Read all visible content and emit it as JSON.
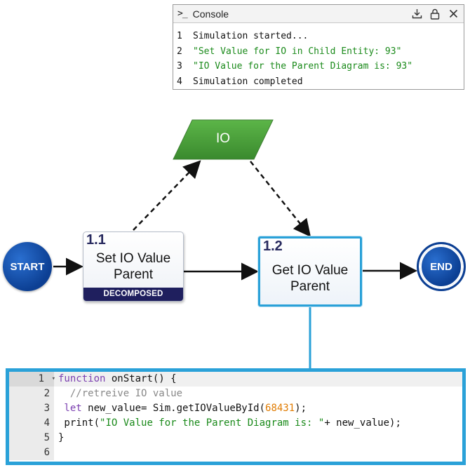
{
  "console": {
    "title": "Console",
    "prompt_icon": "prompt-icon",
    "actions": [
      "download-icon",
      "lock-icon",
      "close-icon"
    ],
    "lines": [
      {
        "num": "1",
        "text": "Simulation started...",
        "color": "#111111"
      },
      {
        "num": "2",
        "text": "\"Set Value for IO in Child Entity: 93\"",
        "color": "#1a8a1a"
      },
      {
        "num": "3",
        "text": "\"IO Value for the Parent Diagram is: 93\"",
        "color": "#1a8a1a"
      },
      {
        "num": "4",
        "text": "Simulation completed",
        "color": "#111111"
      }
    ]
  },
  "diagram": {
    "start_label": "START",
    "end_label": "END",
    "io_label": "IO",
    "task1": {
      "number": "1.1",
      "label_line1": "Set IO Value",
      "label_line2": "Parent",
      "badge": "DECOMPOSED"
    },
    "task2": {
      "number": "1.2",
      "label_line1": "Get IO Value",
      "label_line2": "Parent"
    },
    "colors": {
      "node_blue": "#0c3f93",
      "io_green": "#4a9d3a",
      "selected_border": "#2aa1d8",
      "badge_bg": "#1f1f5e"
    }
  },
  "code_editor": {
    "lines": [
      {
        "num": "1",
        "parts": [
          {
            "t": "function",
            "c": "kw"
          },
          {
            "t": " onStart() {",
            "c": ""
          }
        ]
      },
      {
        "num": "2",
        "parts": [
          {
            "t": "  //retreive IO value",
            "c": "cmt"
          }
        ]
      },
      {
        "num": "3",
        "parts": [
          {
            "t": " let",
            "c": "kw"
          },
          {
            "t": " new_value= Sim.getIOValueById(",
            "c": ""
          },
          {
            "t": "68431",
            "c": "num"
          },
          {
            "t": ");",
            "c": ""
          }
        ]
      },
      {
        "num": "4",
        "parts": [
          {
            "t": " print(",
            "c": ""
          },
          {
            "t": "\"IO Value for the Parent Diagram is: \"",
            "c": "str"
          },
          {
            "t": "+ new_value);",
            "c": ""
          }
        ]
      },
      {
        "num": "5",
        "parts": [
          {
            "t": "}",
            "c": ""
          }
        ]
      },
      {
        "num": "6",
        "parts": [
          {
            "t": "",
            "c": ""
          }
        ]
      }
    ]
  }
}
